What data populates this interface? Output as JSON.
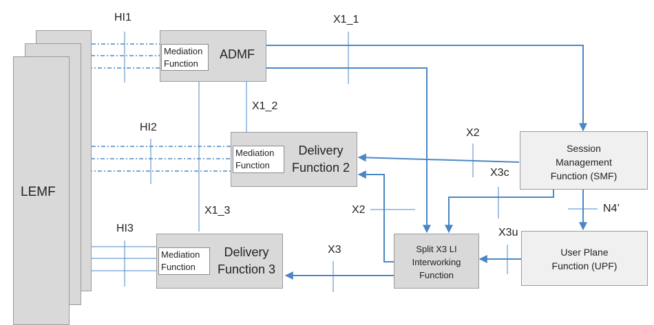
{
  "lemf": {
    "label": "LEMF"
  },
  "admf": {
    "title": "ADMF",
    "mediation": "Mediation Function"
  },
  "df2": {
    "title_line1": "Delivery",
    "title_line2": "Function 2",
    "mediation": "Mediation Function"
  },
  "df3": {
    "title_line1": "Delivery",
    "title_line2": "Function 3",
    "mediation": "Mediation Function"
  },
  "smf": {
    "line1": "Session",
    "line2": "Management",
    "line3": "Function (SMF)"
  },
  "upf": {
    "line1": "User Plane",
    "line2": "Function (UPF)"
  },
  "x3lif": {
    "line1": "Split X3 LI",
    "line2": "Interworking",
    "line3": "Function"
  },
  "refpoints": {
    "hi1": "HI1",
    "hi2": "HI2",
    "hi3": "HI3",
    "x1_1": "X1_1",
    "x1_2": "X1_2",
    "x1_3": "X1_3",
    "x2_smf": "X2",
    "x2_lif": "X2",
    "x3": "X3",
    "x3c": "X3c",
    "x3u": "X3u",
    "n4": "N4’"
  },
  "colors": {
    "arrow": "#4a86c5",
    "box_dark": "#d9d9d9",
    "box_light": "#f0f0f0"
  }
}
